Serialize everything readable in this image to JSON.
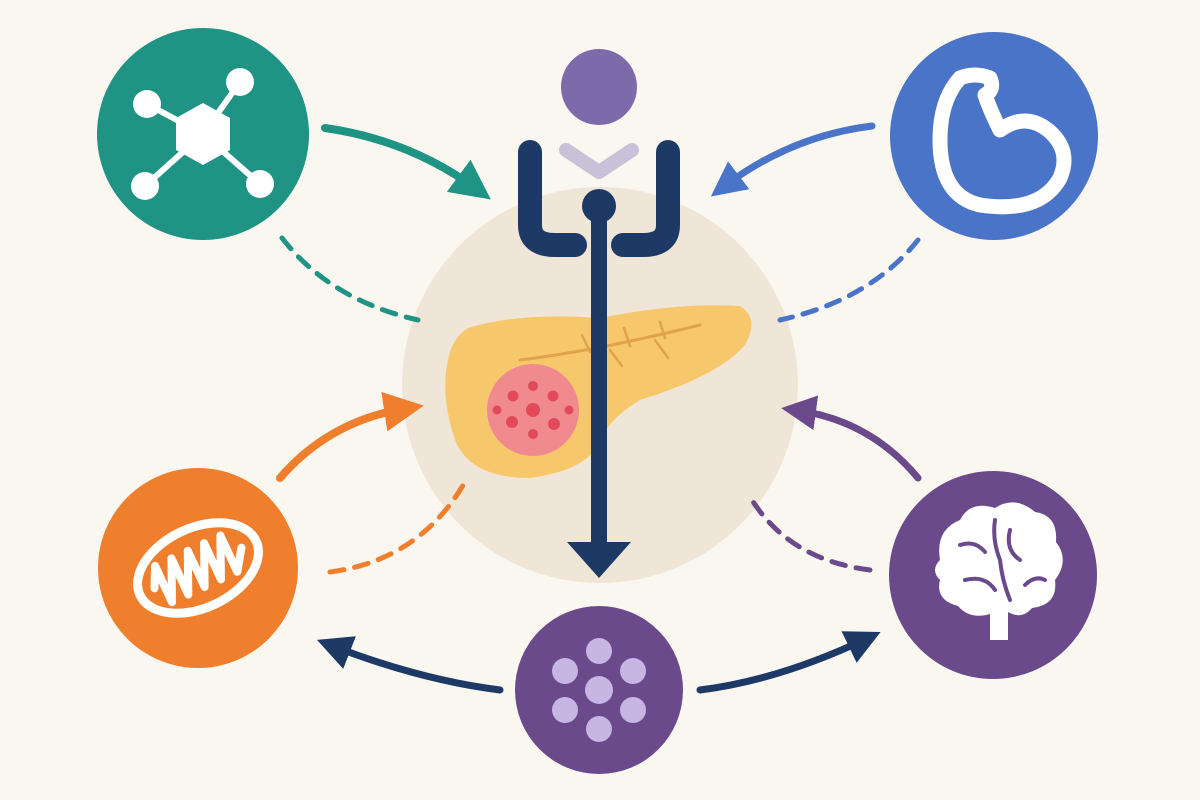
{
  "diagram": {
    "background": "#faf6f0",
    "nodes": {
      "molecule": {
        "icon": "molecule-icon",
        "color": "#1f9384"
      },
      "muscle": {
        "icon": "flexed-arm-icon",
        "color": "#4a74c7"
      },
      "mitochondria": {
        "icon": "mitochondria-icon",
        "color": "#ef7f2c"
      },
      "brain": {
        "icon": "brain-icon",
        "color": "#6b4a8c"
      },
      "cells": {
        "icon": "cell-cluster-icon",
        "color": "#6b4a8c"
      },
      "person": {
        "icon": "person-icon",
        "color": "#7d6aaa"
      },
      "pancreas": {
        "icon": "pancreas-icon",
        "color": "#f7c86b"
      }
    },
    "colors": {
      "navy": "#1d3a66",
      "teal": "#1f9384",
      "blue": "#4a74c7",
      "orange": "#ef7f2c",
      "purple": "#6b4a8c",
      "halo": "#efe6d8",
      "pancreas": "#f7c86b",
      "islet": "#f08a8f"
    },
    "connections": [
      {
        "from": "molecule",
        "to": "pancreas",
        "style": "solid-arrow"
      },
      {
        "from": "molecule",
        "to": "pancreas",
        "style": "dashed"
      },
      {
        "from": "muscle",
        "to": "pancreas",
        "style": "solid-arrow"
      },
      {
        "from": "muscle",
        "to": "pancreas",
        "style": "dashed"
      },
      {
        "from": "mitochondria",
        "to": "pancreas",
        "style": "solid-arrow"
      },
      {
        "from": "mitochondria",
        "to": "pancreas",
        "style": "dashed"
      },
      {
        "from": "brain",
        "to": "pancreas",
        "style": "solid-arrow"
      },
      {
        "from": "brain",
        "to": "pancreas",
        "style": "dashed"
      },
      {
        "from": "person",
        "to": "cells",
        "style": "solid-arrow"
      },
      {
        "from": "cells",
        "to": "mitochondria",
        "style": "solid-arrow"
      },
      {
        "from": "cells",
        "to": "brain",
        "style": "solid-arrow"
      }
    ]
  }
}
